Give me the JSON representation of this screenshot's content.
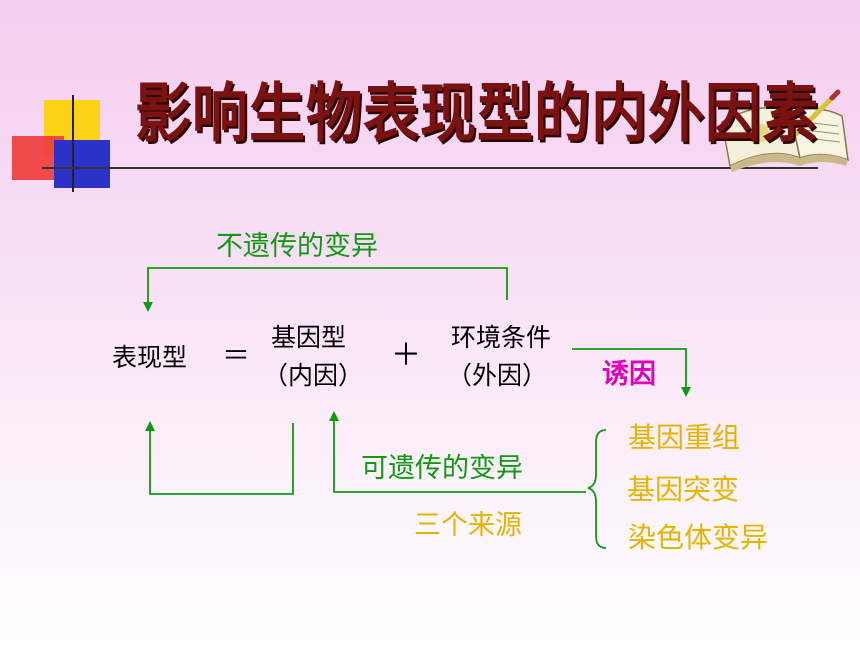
{
  "title": "影响生物表现型的内外因素",
  "diagram": {
    "phenotype": "表现型",
    "equals": "＝",
    "genotype": "基因型",
    "genotype_note": "（内因）",
    "plus": "＋",
    "environment": "环境条件",
    "environment_note": "（外因）",
    "inducer": "诱因",
    "non_heritable": "不遗传的变异",
    "heritable": "可遗传的变异",
    "three_sources": "三个来源",
    "sources": [
      "基因重组",
      "基因突变",
      "染色体变异"
    ]
  },
  "colors": {
    "title": "#7a1212",
    "green": "#119911",
    "yellow": "#e6b400",
    "magenta": "#e000c0"
  }
}
